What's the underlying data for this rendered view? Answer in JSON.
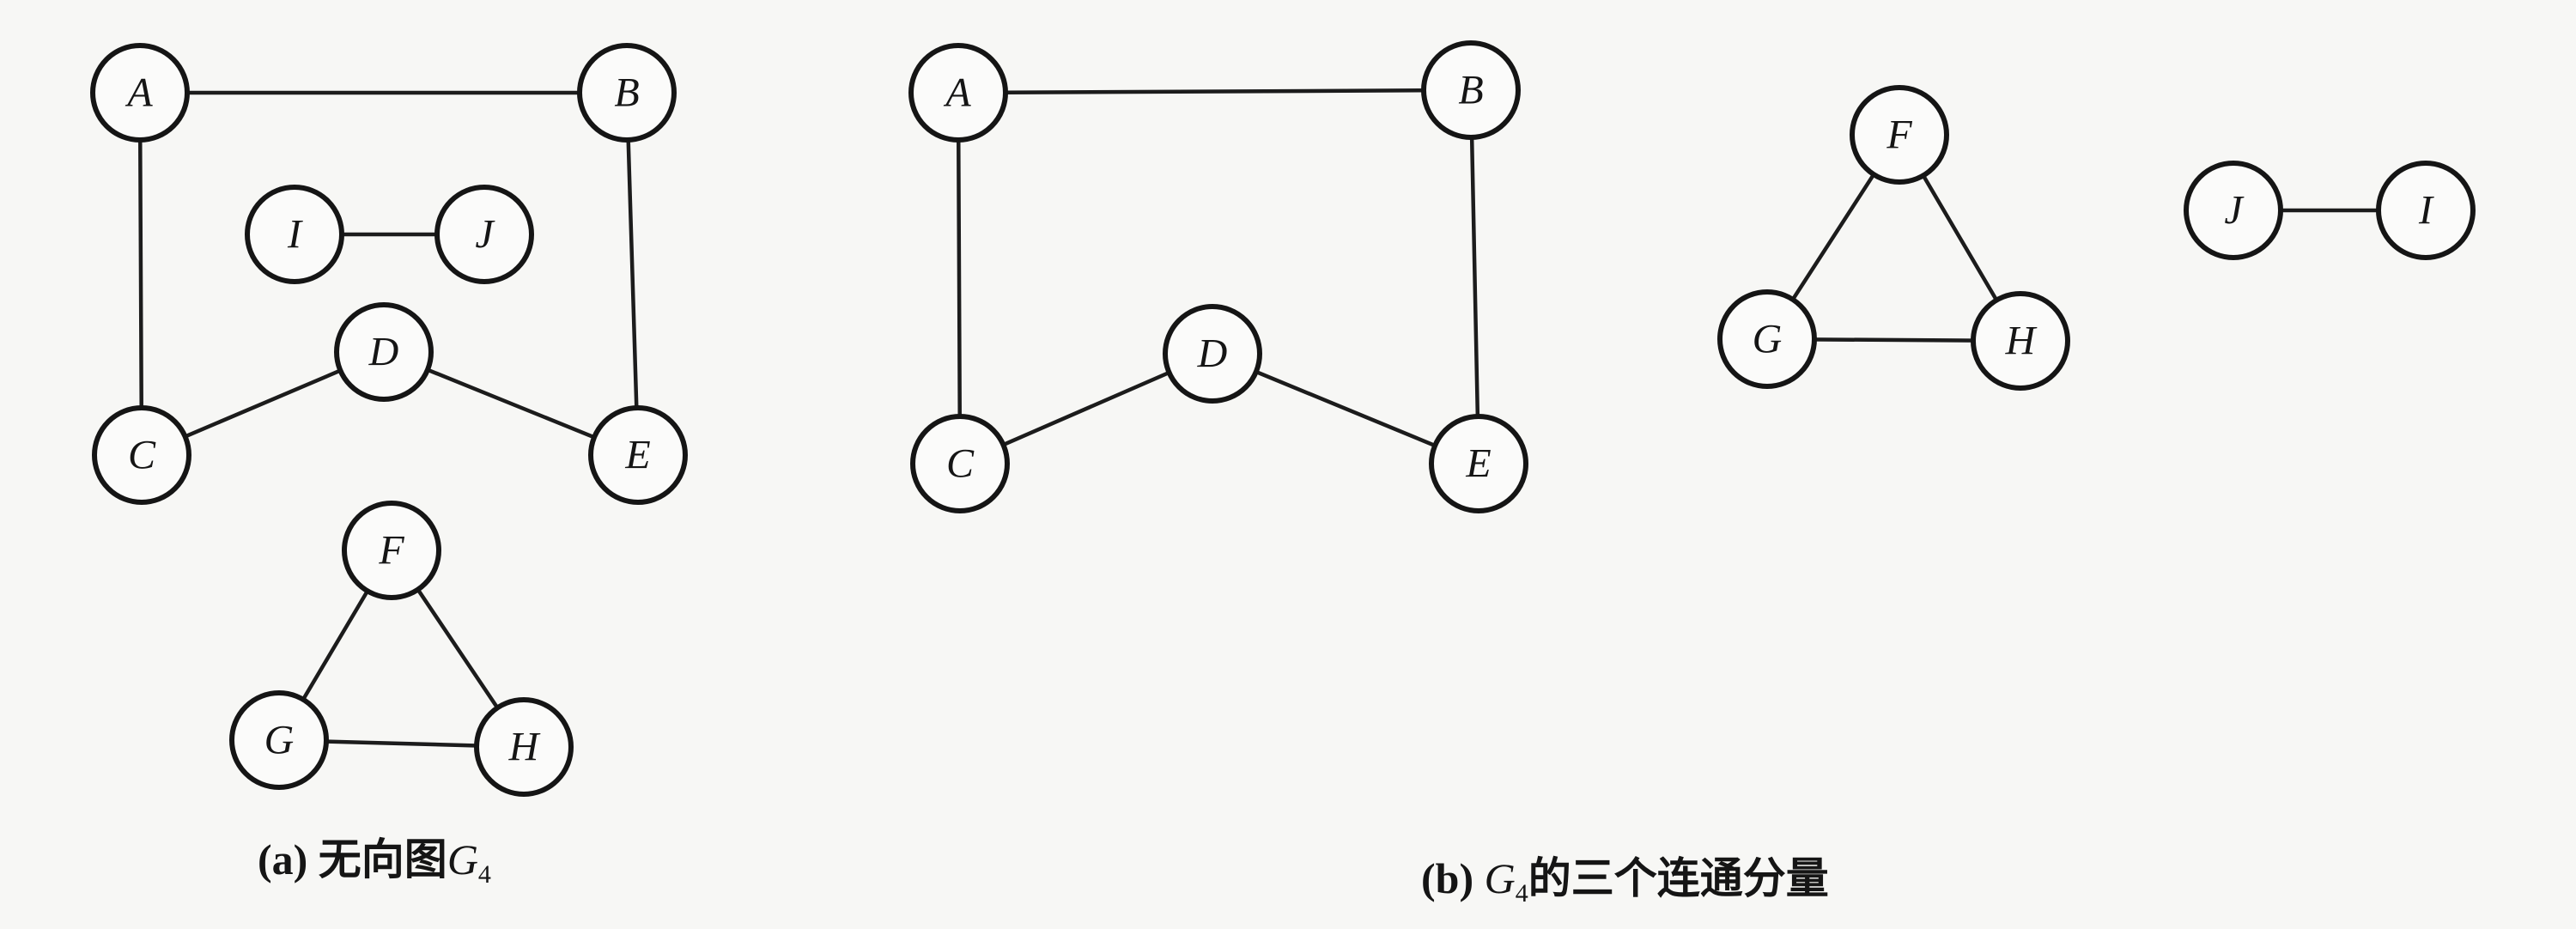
{
  "figure_a": {
    "caption_prefix": "(a) 无向图",
    "caption_var": "G",
    "caption_sub": "4",
    "nodes": [
      "A",
      "B",
      "I",
      "J",
      "D",
      "C",
      "E",
      "F",
      "G",
      "H"
    ],
    "edges": [
      [
        "A",
        "B"
      ],
      [
        "A",
        "C"
      ],
      [
        "B",
        "E"
      ],
      [
        "I",
        "J"
      ],
      [
        "C",
        "D"
      ],
      [
        "D",
        "E"
      ],
      [
        "F",
        "G"
      ],
      [
        "F",
        "H"
      ],
      [
        "G",
        "H"
      ]
    ]
  },
  "figure_b": {
    "caption_prefix": "(b) ",
    "caption_var": "G",
    "caption_sub": "4",
    "caption_suffix": "的三个连通分量",
    "components": [
      {
        "nodes": [
          "A",
          "B",
          "D",
          "C",
          "E"
        ],
        "edges": [
          [
            "A",
            "B"
          ],
          [
            "A",
            "C"
          ],
          [
            "B",
            "E"
          ],
          [
            "C",
            "D"
          ],
          [
            "D",
            "E"
          ]
        ]
      },
      {
        "nodes": [
          "F",
          "G",
          "H"
        ],
        "edges": [
          [
            "F",
            "G"
          ],
          [
            "F",
            "H"
          ],
          [
            "G",
            "H"
          ]
        ]
      },
      {
        "nodes": [
          "J",
          "I"
        ],
        "edges": [
          [
            "J",
            "I"
          ]
        ]
      }
    ]
  }
}
